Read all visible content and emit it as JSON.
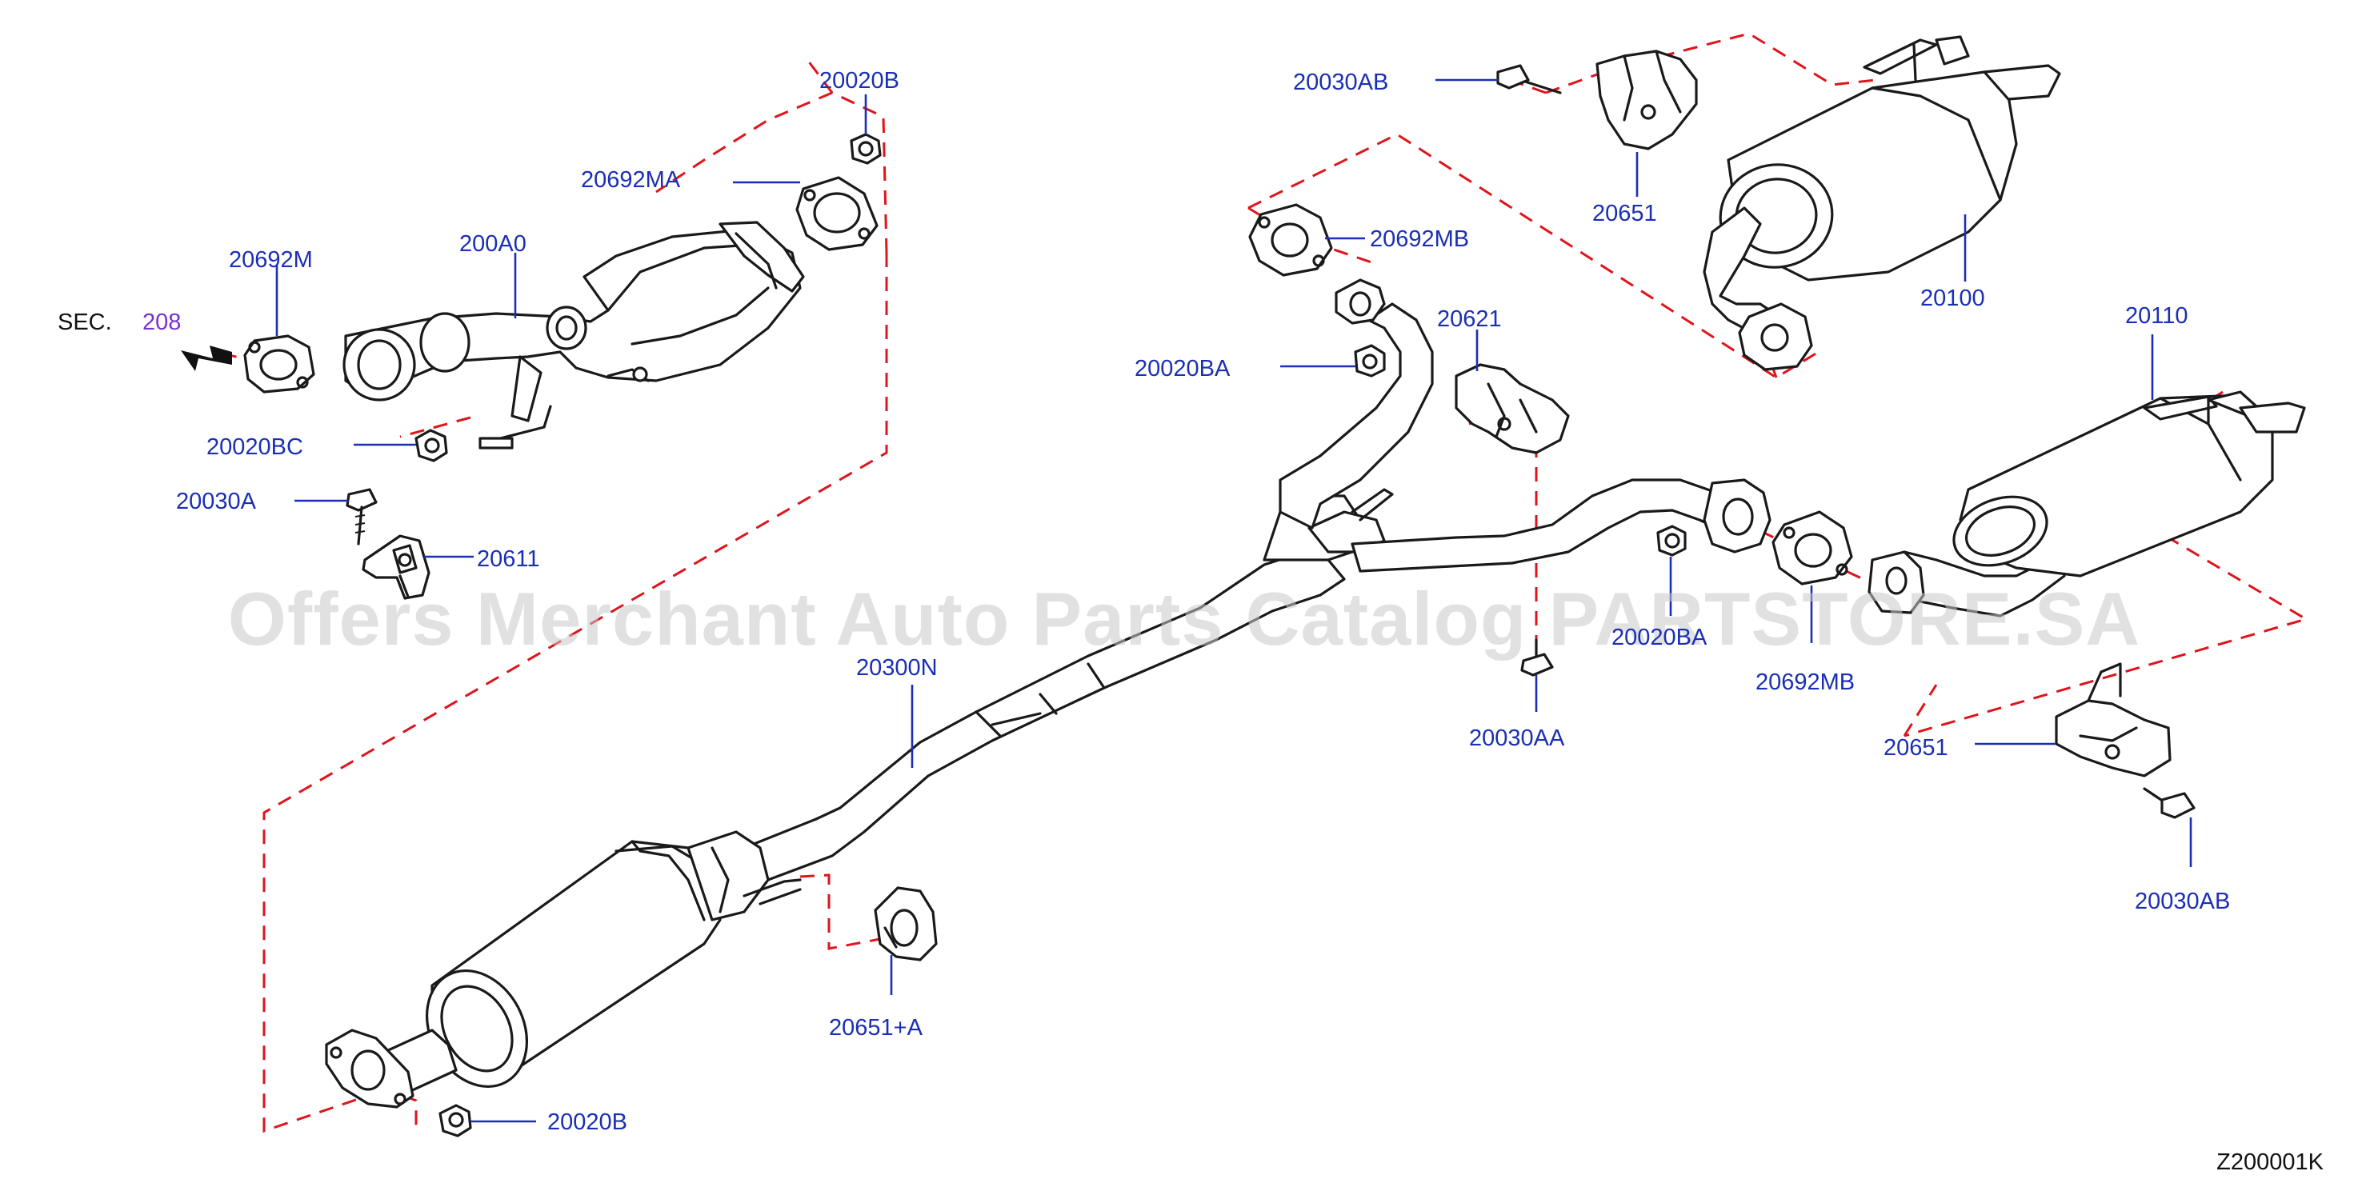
{
  "section_ref": {
    "prefix": "SEC.",
    "number": "208"
  },
  "labels": {
    "p20020B_top": "20020B",
    "p20692MA": "20692MA",
    "p20692M": "20692M",
    "p200A0": "200A0",
    "p20020BC": "20020BC",
    "p20030A": "20030A",
    "p20611": "20611",
    "p20030AB_top": "20030AB",
    "p20651_top": "20651",
    "p20100": "20100",
    "p20692MB_top": "20692MB",
    "p20621": "20621",
    "p20020BA": "20020BA",
    "p20110": "20110",
    "p20300N": "20300N",
    "p20020BA_mid": "20020BA",
    "p20692MB_mid": "20692MB",
    "p20030AA": "20030AA",
    "p20651_right": "20651",
    "p20030AB_right": "20030AB",
    "p20651A": "20651+A",
    "p20020B_bottom": "20020B"
  },
  "watermark": "Offers Merchant Auto Parts Catalog PARTSTORE.SA",
  "diagram_code": "Z200001K",
  "colors": {
    "label": "#1a2fb5",
    "dashed": "#e0141b",
    "section": "#7b2fd0",
    "line": "#1a1a1a"
  }
}
